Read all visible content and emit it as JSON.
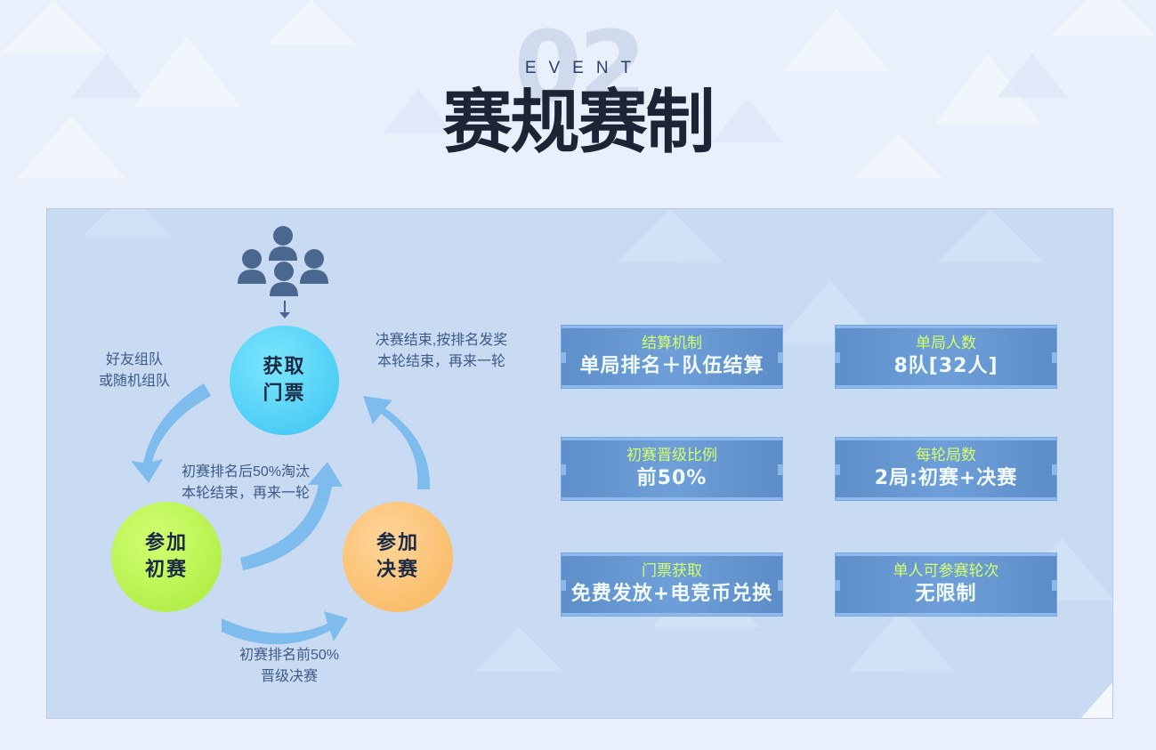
{
  "header": {
    "number": "02",
    "subtitle": "EVENT",
    "title": "赛规赛制"
  },
  "flow": {
    "nodes": {
      "ticket": [
        "获取",
        "门票"
      ],
      "prelim": [
        "参加",
        "初赛"
      ],
      "final": [
        "参加",
        "决赛"
      ]
    },
    "notes": {
      "team": [
        "好友组队",
        "或随机组队"
      ],
      "award": [
        "决赛结束,按排名发奖",
        "本轮结束，再来一轮"
      ],
      "eliminate": [
        "初赛排名后50%淘汰",
        "本轮结束，再来一轮"
      ],
      "advance": [
        "初赛排名前50%",
        "晋级决赛"
      ]
    }
  },
  "cards": [
    {
      "label": "结算机制",
      "value": "单局排名＋队伍结算"
    },
    {
      "label": "单局人数",
      "value": "8队[32人]"
    },
    {
      "label": "初赛晋级比例",
      "value": "前50%"
    },
    {
      "label": "每轮局数",
      "value": "2局:初赛+决赛"
    },
    {
      "label": "门票获取",
      "value": "免费发放+电竞币兑换"
    },
    {
      "label": "单人可参赛轮次",
      "value": "无限制"
    }
  ],
  "colors": {
    "arrow": "#7fbcee",
    "ticket_node": "#4dcff5",
    "prelim_node": "#b5f04a",
    "final_node": "#f8b863",
    "card_label": "#d4ff6a",
    "people_icon": "#4a6790"
  }
}
